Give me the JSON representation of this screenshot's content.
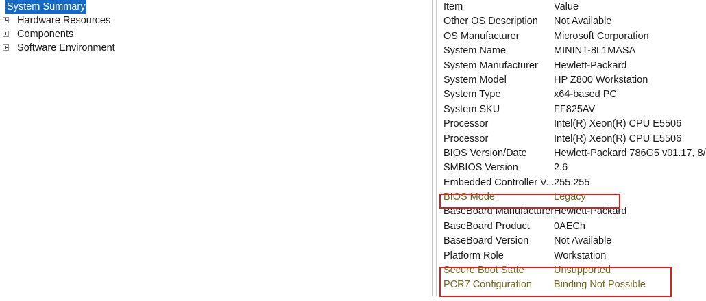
{
  "tree": {
    "nodes": [
      {
        "label": "System Summary",
        "selected": true,
        "expandable": false
      },
      {
        "label": "Hardware Resources",
        "selected": false,
        "expandable": true
      },
      {
        "label": "Components",
        "selected": false,
        "expandable": true
      },
      {
        "label": "Software Environment",
        "selected": false,
        "expandable": true
      }
    ]
  },
  "details": {
    "columns": {
      "item": "Item",
      "value": "Value"
    },
    "rows": [
      {
        "item": "Item",
        "value": "Value",
        "highlight": false
      },
      {
        "item": "Other OS Description",
        "value": "Not Available",
        "highlight": false
      },
      {
        "item": "OS Manufacturer",
        "value": "Microsoft Corporation",
        "highlight": false
      },
      {
        "item": "System Name",
        "value": "MININT-8L1MASA",
        "highlight": false
      },
      {
        "item": "System Manufacturer",
        "value": "Hewlett-Packard",
        "highlight": false
      },
      {
        "item": "System Model",
        "value": "HP Z800 Workstation",
        "highlight": false
      },
      {
        "item": "System Type",
        "value": "x64-based PC",
        "highlight": false
      },
      {
        "item": "System SKU",
        "value": "FF825AV",
        "highlight": false
      },
      {
        "item": "Processor",
        "value": "Intel(R) Xeon(R) CPU          E5506",
        "highlight": false
      },
      {
        "item": "Processor",
        "value": "Intel(R) Xeon(R) CPU          E5506",
        "highlight": false
      },
      {
        "item": "BIOS Version/Date",
        "value": "Hewlett-Packard 786G5 v01.17, 8/",
        "highlight": false
      },
      {
        "item": "SMBIOS Version",
        "value": "2.6",
        "highlight": false
      },
      {
        "item": "Embedded Controller V...",
        "value": "255.255",
        "highlight": false
      },
      {
        "item": "BIOS Mode",
        "value": "Legacy",
        "highlight": true
      },
      {
        "item": "BaseBoard Manufacturer",
        "value": "Hewlett-Packard",
        "highlight": false
      },
      {
        "item": "BaseBoard Product",
        "value": "0AECh",
        "highlight": false
      },
      {
        "item": "BaseBoard Version",
        "value": "Not Available",
        "highlight": false
      },
      {
        "item": "Platform Role",
        "value": "Workstation",
        "highlight": false
      },
      {
        "item": "Secure Boot State",
        "value": "Unsupported",
        "highlight": true
      },
      {
        "item": "PCR7 Configuration",
        "value": "Binding Not Possible",
        "highlight": true
      }
    ]
  },
  "annotations": {
    "color": "#e21b1b",
    "boxes": [
      {
        "name": "bios-mode-callout",
        "targets": "BIOS Mode"
      },
      {
        "name": "secure-boot-callout",
        "targets": "Secure Boot State, PCR7 Configuration"
      }
    ]
  },
  "colors": {
    "selection": "#1569c7",
    "highlight_text": "#6e6b1e",
    "annotation": "#e21b1b",
    "text": "#1a1a1a"
  }
}
